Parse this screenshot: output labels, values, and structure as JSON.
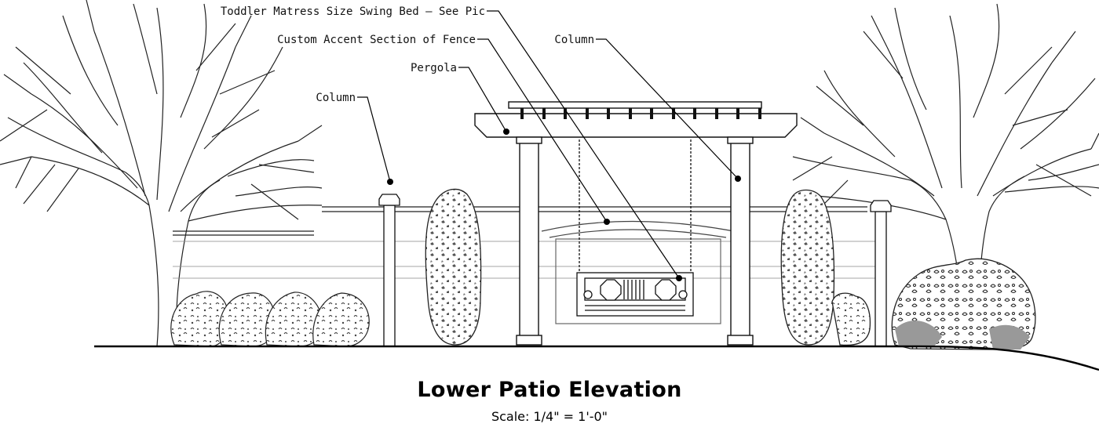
{
  "callouts": {
    "swing_bed": "Toddler Matress Size Swing Bed – See Pic",
    "accent_fence": "Custom Accent Section of Fence",
    "pergola": "Pergola",
    "column_right": "Column",
    "column_left": "Column"
  },
  "title": "Lower Patio Elevation",
  "scale": "Scale: 1/4\" = 1'-0\""
}
